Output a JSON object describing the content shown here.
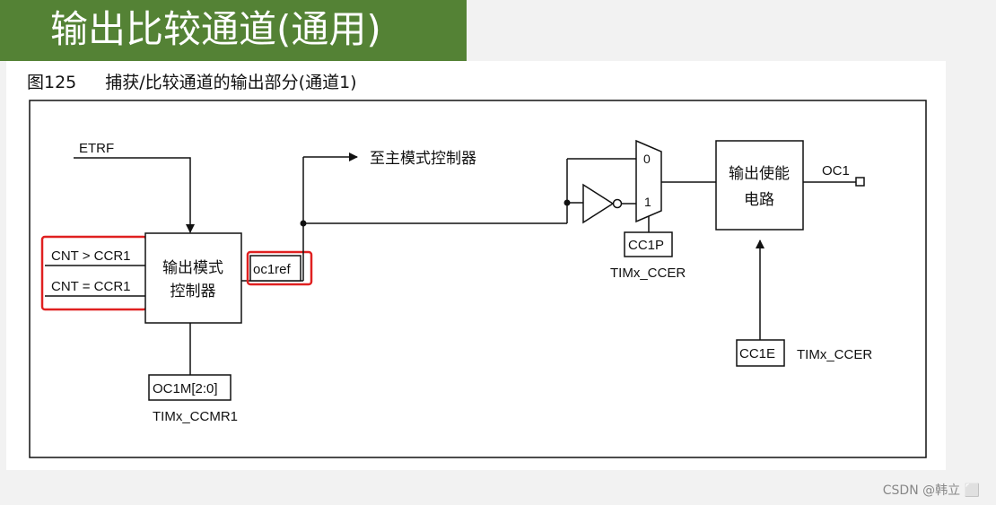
{
  "title": "输出比较通道(通用)",
  "caption": {
    "number": "图125",
    "text": "捕获/比较通道的输出部分(通道1)"
  },
  "diagram": {
    "etrf": "ETRF",
    "cnt_gt": "CNT > CCR1",
    "cnt_eq": "CNT = CCR1",
    "mode_ctrl_line1": "输出模式",
    "mode_ctrl_line2": "控制器",
    "oc1ref": "oc1ref",
    "oc1m": "OC1M[2:0]",
    "ccmr1": "TIMx_CCMR1",
    "to_master": "至主模式控制器",
    "mux_0": "0",
    "mux_1": "1",
    "cc1p": "CC1P",
    "ccer_1": "TIMx_CCER",
    "enable_line1": "输出使能",
    "enable_line2": "电路",
    "oc1": "OC1",
    "cc1e": "CC1E",
    "ccer_2": "TIMx_CCER"
  },
  "highlight_color": "#e02020",
  "banner_color": "#548235",
  "watermark": "CSDN @韩立 ⬜"
}
